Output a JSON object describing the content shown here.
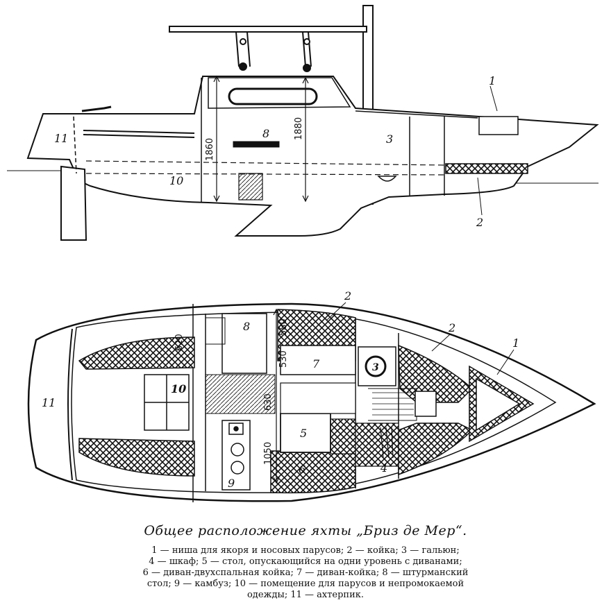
{
  "side_view": {
    "labels": {
      "anchor_niche": "1",
      "berth": "2",
      "head": "3",
      "nav_table": "8",
      "sail_locker": "10",
      "lazarette": "11"
    },
    "dims": {
      "h1": "1860",
      "h2": "1880"
    }
  },
  "plan_view": {
    "labels": {
      "anchor_niche": "1",
      "berth_a": "2",
      "berth_b": "2",
      "head": "3",
      "locker": "4",
      "table": "5",
      "double_berth": "6",
      "settee_berth": "7",
      "nav_table": "8",
      "galley": "9",
      "sail_locker": "10",
      "lazarette": "11"
    },
    "dims": {
      "d620": "620",
      "d580": "580",
      "d530": "530",
      "d630": "630",
      "d1050": "1050"
    }
  },
  "caption": {
    "title": "Общее расположение яхты „Бриз де Мер“.",
    "lines": [
      "1 — ниша для якоря и носовых парусов; 2 — койка; 3 — гальюн;",
      "4 — шкаф; 5 — стол, опускающийся на одни уровень с диванами;",
      "6 — диван-двухспальная койка; 7 — диван-койка; 8 — штурманский",
      "стол; 9 — камбуз; 10 — помещение для парусов и непромокаемой",
      "одежды; 11 — ахтерпик."
    ]
  }
}
